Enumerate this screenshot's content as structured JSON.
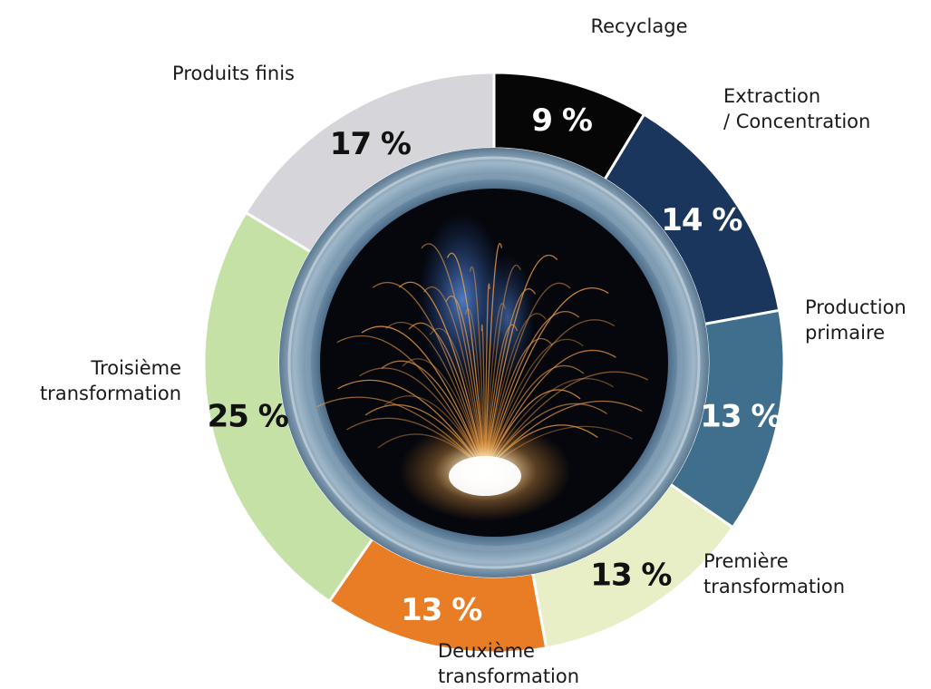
{
  "chart_data": {
    "type": "pie",
    "style": "donut",
    "title": "",
    "categories": [
      "Recyclage",
      "Extraction / Concentration",
      "Production primaire",
      "Première transformation",
      "Deuxième transformation",
      "Troisième transformation",
      "Produits finis"
    ],
    "values": [
      9,
      14,
      13,
      13,
      13,
      25,
      17
    ],
    "value_labels": [
      "9 %",
      "14 %",
      "13 %",
      "13 %",
      "13 %",
      "25 %",
      "17 %"
    ],
    "segment_labels": [
      [
        "Recyclage"
      ],
      [
        "Extraction",
        "/ Concentration"
      ],
      [
        "Production",
        "primaire"
      ],
      [
        "Première",
        "transformation"
      ],
      [
        "Deuxième",
        "transformation"
      ],
      [
        "Troisième",
        "transformation"
      ],
      [
        "Produits finis"
      ]
    ],
    "colors": [
      "#060606",
      "#1b365d",
      "#3f6f8c",
      "#e8efc6",
      "#e87d25",
      "#c5e1a5",
      "#d6d6da"
    ],
    "value_label_colors": [
      "#ffffff",
      "#ffffff",
      "#ffffff",
      "#111111",
      "#ffffff",
      "#111111",
      "#111111"
    ],
    "center_image": "welding-sparks-in-pipe"
  }
}
